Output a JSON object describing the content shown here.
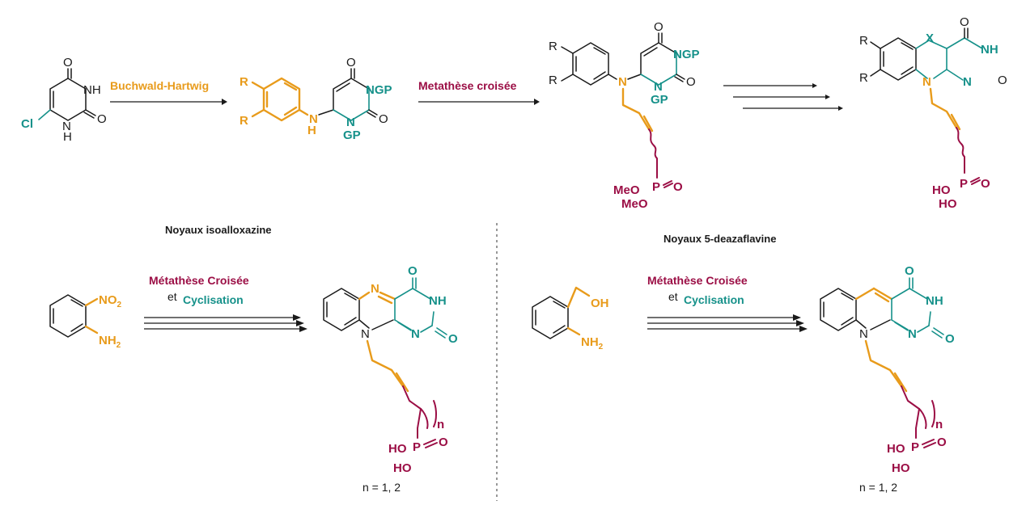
{
  "colors": {
    "orange": "#e89b1b",
    "teal": "#16918a",
    "crimson": "#9b0e45",
    "black": "#1a1a1a"
  },
  "top": {
    "step1_label": "Buchwald-Hartwig",
    "step2_label": "Metathèse croisée",
    "atoms": {
      "O": "O",
      "NH": "NH",
      "H": "H",
      "N": "N",
      "Cl": "Cl",
      "R": "R",
      "NGP": "NGP",
      "GP": "GP",
      "X": "X",
      "P": "P",
      "MeO": "MeO",
      "HO": "HO"
    }
  },
  "bottom": {
    "left": {
      "title": "Noyaux isoalloxazine",
      "reagent_line1": "Métathèse Croisée",
      "reagent_et": "et",
      "reagent_line2": "Cyclisation",
      "no2": "NO",
      "no2_sub": "2",
      "nh2": "NH",
      "nh2_sub": "2",
      "n_label": "n = 1, 2",
      "n_var": "n"
    },
    "right": {
      "title": "Noyaux 5-deazaflavine",
      "reagent_line1": "Métathèse Croisée",
      "reagent_et": "et",
      "reagent_line2": "Cyclisation",
      "oh": "OH",
      "nh2": "NH",
      "nh2_sub": "2",
      "n_label": "n = 1, 2",
      "n_var": "n"
    }
  }
}
